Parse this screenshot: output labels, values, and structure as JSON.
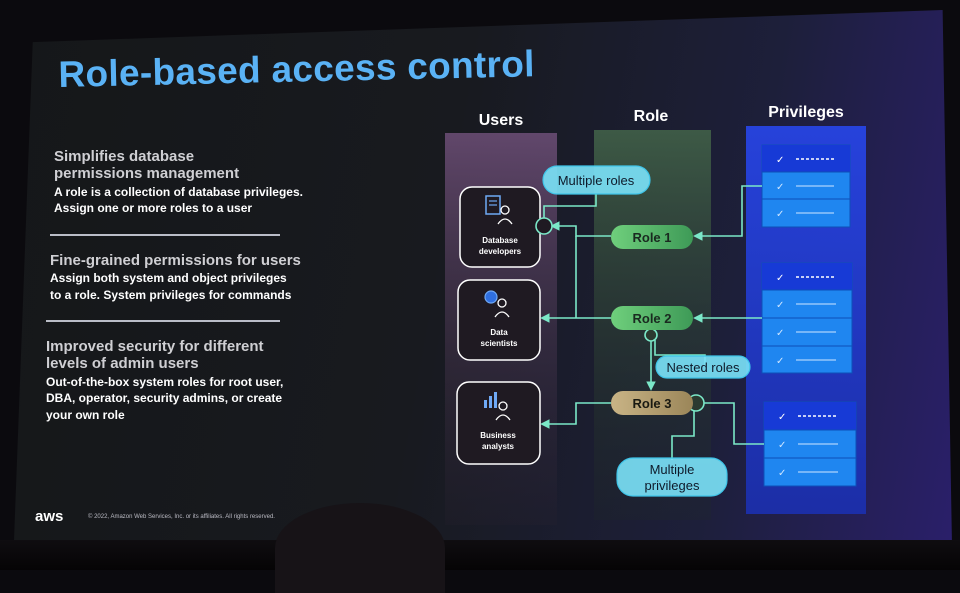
{
  "slide": {
    "title": "Role-based access control",
    "bullets": [
      {
        "heading_lines": [
          "Simplifies database",
          "permissions management"
        ],
        "body_lines": [
          "A role is a collection of  database privileges.",
          "Assign one or more roles to a user"
        ]
      },
      {
        "heading_lines": [
          "Fine-grained permissions for users"
        ],
        "body_lines": [
          "Assign both system and object privileges",
          "to a role. System privileges for commands"
        ]
      },
      {
        "heading_lines": [
          "Improved security for different",
          "levels of admin users"
        ],
        "body_lines": [
          "Out-of-the-box system roles for root user,",
          "DBA, operator, security admins, or create",
          "your own role"
        ]
      }
    ],
    "footer": {
      "logo": "aws",
      "copyright": "© 2022, Amazon Web Services, Inc. or its affiliates. All rights reserved."
    }
  },
  "diagram": {
    "column_headers": {
      "users": "Users",
      "role": "Role",
      "privileges": "Privileges"
    },
    "users": [
      {
        "label_lines": [
          "Database",
          "developers"
        ],
        "icon": "developer-icon"
      },
      {
        "label_lines": [
          "Data",
          "scientists"
        ],
        "icon": "data-scientist-icon"
      },
      {
        "label_lines": [
          "Business",
          "analysts"
        ],
        "icon": "business-analyst-icon"
      }
    ],
    "roles": [
      "Role 1",
      "Role 2",
      "Role 3"
    ],
    "callouts": {
      "multiple_roles": "Multiple roles",
      "nested_roles": "Nested roles",
      "multiple_privileges_lines": [
        "Multiple",
        "privileges"
      ]
    },
    "privilege_lists": [
      {
        "items": 3
      },
      {
        "items": 4
      },
      {
        "items": 3
      }
    ],
    "colors": {
      "title": "#5ab2f5",
      "users_column": "#6e4f78",
      "role_column": "#3f5d47",
      "privileges_column": "#2745e8",
      "privilege_row": "#1f86f0",
      "role_pill_start": "#6fcf7c",
      "role_pill_end": "#3e9a57",
      "role3_pill": "#b8a375",
      "connector": "#7be8c8",
      "callout_fill": "#79dff5"
    }
  }
}
